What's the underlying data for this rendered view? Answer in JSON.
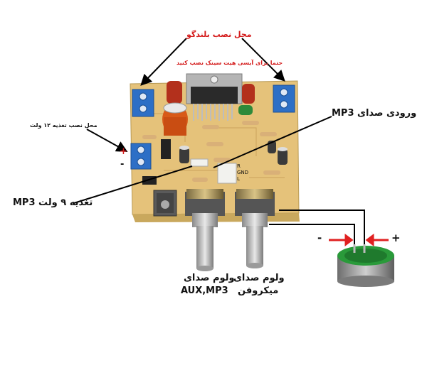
{
  "labels": {
    "speaker_mount": "محل نصب بلندگو",
    "heatsink_note": "حتما برای آیسی هیت سینک نصب کنید",
    "supply_12v": "محل نصب تغذیه ۱۲ ولت",
    "plus_sign": "+",
    "minus_sign": "-",
    "mp3_input": "ورودی صدای MP3",
    "mp3_supply": "تغذیه ۹ ولت MP3",
    "volume_aux_line1": "ولوم صدای",
    "volume_aux_line2": "AUX,MP3",
    "volume_mic_line1": "ولوم صدای",
    "volume_mic_line2": "میکروفن",
    "mic_minus": "-",
    "mic_plus": "+",
    "jack_r": "R",
    "jack_gnd": "GND",
    "jack_l": "L"
  },
  "colors": {
    "pcb": "#e7c77f",
    "terminal": "#2f6fc4",
    "arrow": "#e02020",
    "annotation": "#d41a1a",
    "capacitor_red": "#b8321f",
    "heatsink": "#b8b8b8",
    "knob": "#c8c8c8",
    "mic_body": "#a9a9a9"
  }
}
